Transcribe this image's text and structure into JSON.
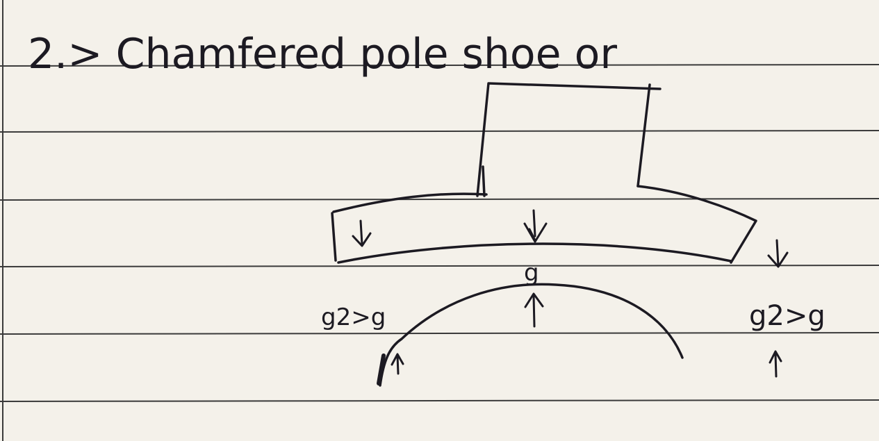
{
  "heading": "2.> Chamfered pole shoe or",
  "labels": {
    "gap_center": "g",
    "gap_left": "g2>g",
    "gap_right": "g2>g"
  }
}
